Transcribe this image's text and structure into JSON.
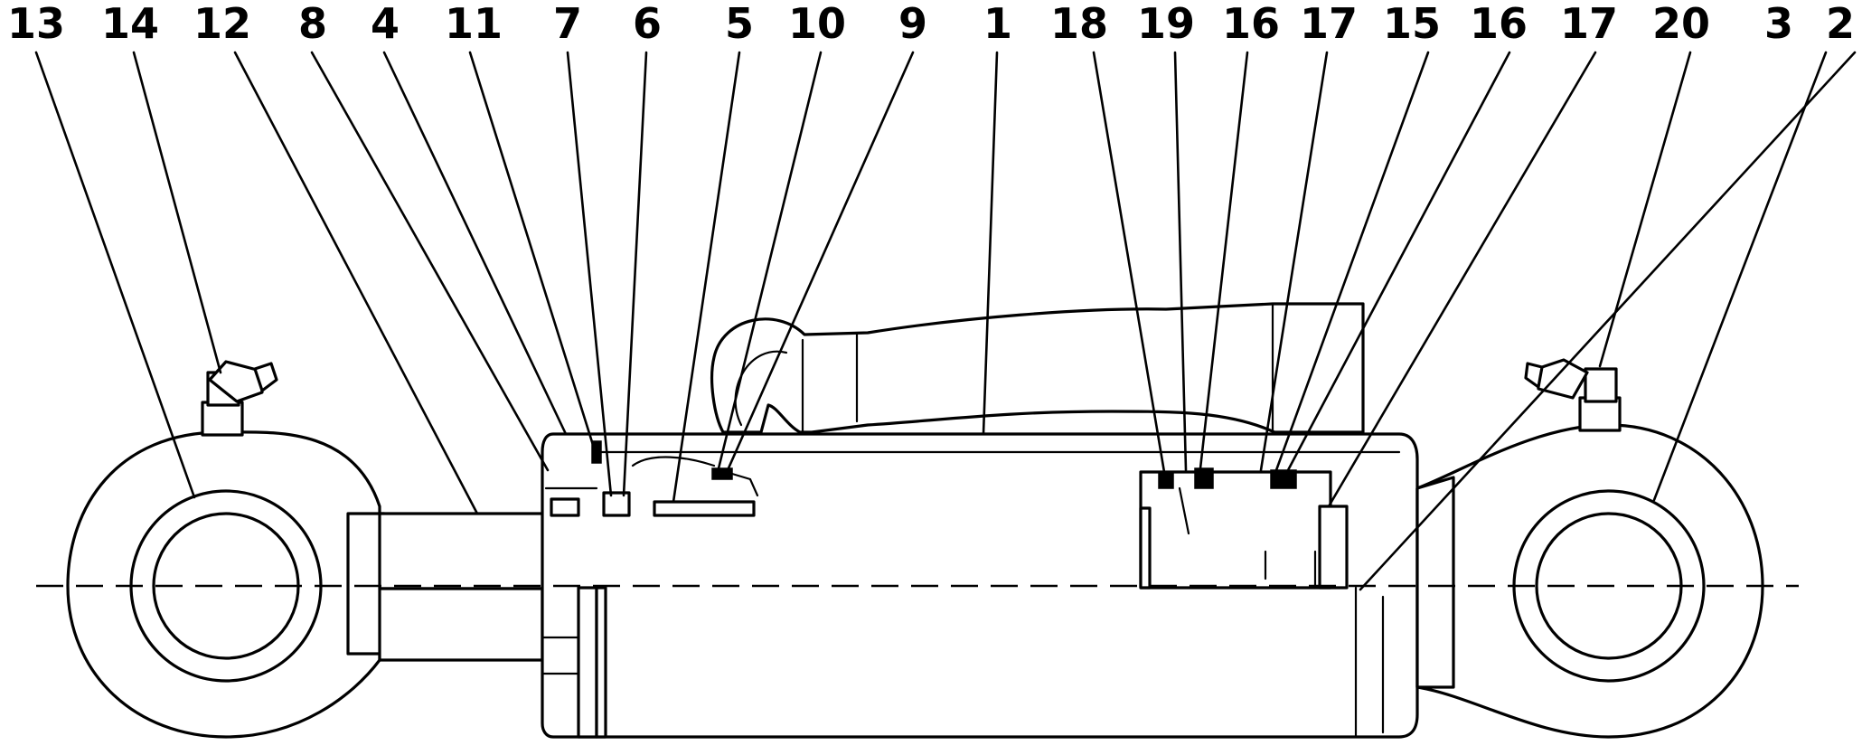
{
  "figure": {
    "type": "hydraulic-cylinder-exploded-callouts",
    "colors": {
      "stroke": "#000000",
      "background": "#ffffff"
    },
    "callouts": [
      {
        "id": "c13",
        "label": "13"
      },
      {
        "id": "c14",
        "label": "14"
      },
      {
        "id": "c12",
        "label": "12"
      },
      {
        "id": "c8",
        "label": "8"
      },
      {
        "id": "c4",
        "label": "4"
      },
      {
        "id": "c11",
        "label": "11"
      },
      {
        "id": "c7",
        "label": "7"
      },
      {
        "id": "c6",
        "label": "6"
      },
      {
        "id": "c5",
        "label": "5"
      },
      {
        "id": "c10",
        "label": "10"
      },
      {
        "id": "c9",
        "label": "9"
      },
      {
        "id": "c1",
        "label": "1"
      },
      {
        "id": "c18",
        "label": "18"
      },
      {
        "id": "c19",
        "label": "19"
      },
      {
        "id": "c16a",
        "label": "16"
      },
      {
        "id": "c17a",
        "label": "17"
      },
      {
        "id": "c15",
        "label": "15"
      },
      {
        "id": "c16b",
        "label": "16"
      },
      {
        "id": "c17b",
        "label": "17"
      },
      {
        "id": "c20",
        "label": "20"
      },
      {
        "id": "c3",
        "label": "3"
      },
      {
        "id": "c2",
        "label": "2"
      }
    ]
  }
}
